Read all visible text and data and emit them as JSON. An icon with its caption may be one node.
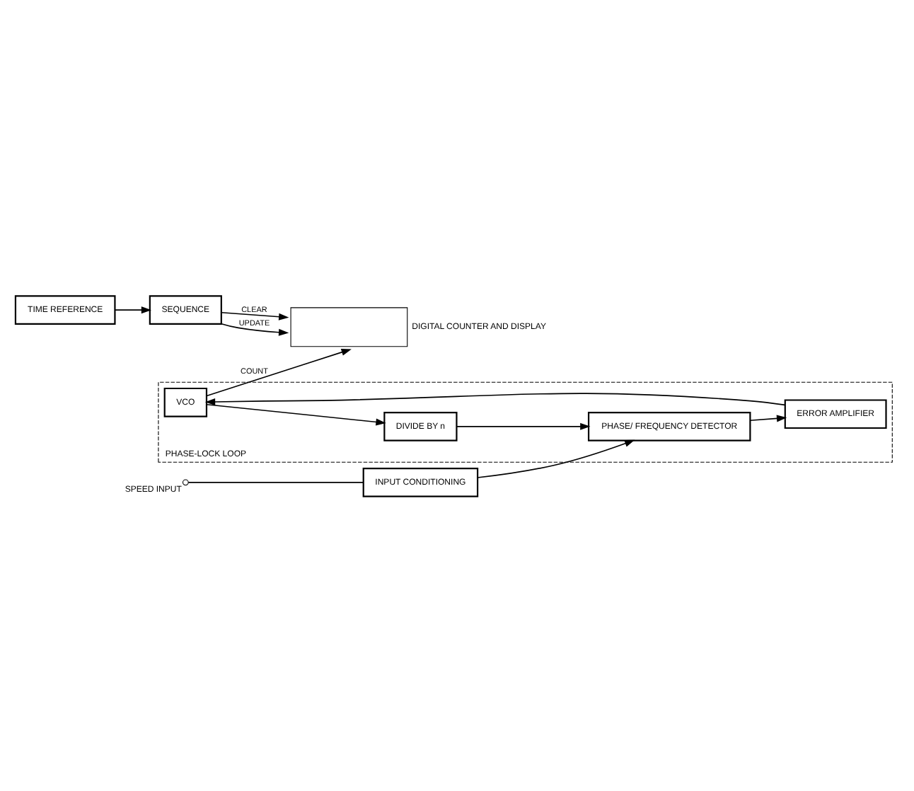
{
  "diagram": {
    "nodes": [
      {
        "text": [
          "TIME REFERENCE"
        ]
      },
      {
        "text": [
          "SEQUENCE"
        ]
      },
      {
        "text": [
          "DIGITAL COUNTER AND DISPLAY"
        ]
      },
      {
        "text": [
          "PHASE-LOCK LOOP"
        ]
      },
      {
        "text": [
          "VCO"
        ],
        "in": 3
      },
      {
        "text": [
          "DIVIDE BY n"
        ],
        "in": 3
      },
      {
        "text": [
          "ERROR AMPLIFIER"
        ],
        "in": 3
      },
      {
        "text": [
          "PHASE/ FREQUENCY DETECTOR"
        ],
        "in": 3
      },
      {
        "text": [
          "INPUT CONDITIONING"
        ]
      },
      {
        "text": [
          "SPEED INPUT"
        ]
      }
    ],
    "edges": [
      {
        "from": 0,
        "to": 1,
        "arrow": "to"
      },
      {
        "from": 1,
        "to": 2,
        "label": "CLEAR",
        "arrow": "to"
      },
      {
        "from": 1,
        "to": 2,
        "label": "UPDATE",
        "arrow": "to"
      },
      {
        "from": 4,
        "to": 2,
        "label": "COUNT",
        "arrow": "to"
      },
      {
        "from": 4,
        "to": 5,
        "arrow": "to"
      },
      {
        "from": 5,
        "to": 7,
        "arrow": "to"
      },
      {
        "from": 7,
        "to": 6,
        "arrow": "to"
      },
      {
        "from": 6,
        "to": 4,
        "arrow": "to"
      },
      {
        "from": 9,
        "to": 8,
        "arrow": "none"
      },
      {
        "from": 8,
        "to": 7,
        "arrow": "to"
      }
    ]
  }
}
